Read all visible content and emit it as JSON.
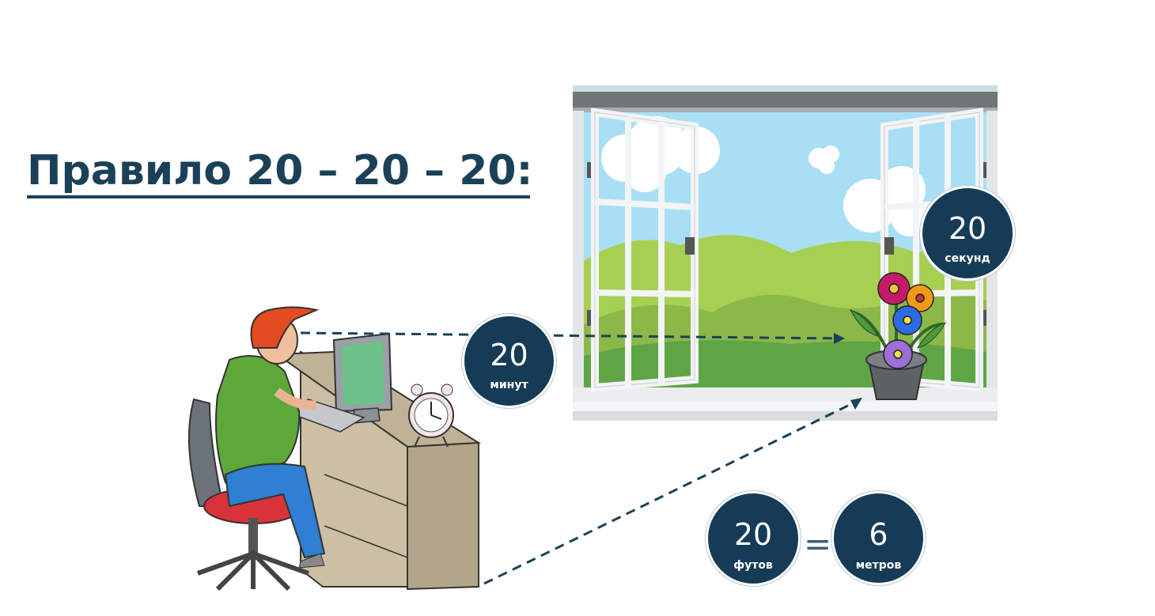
{
  "slide": {
    "title": "Правило 20 – 20 – 20:"
  },
  "badges": {
    "minutes": {
      "value": "20",
      "unit": "минут"
    },
    "seconds": {
      "value": "20",
      "unit": "секунд"
    },
    "feet": {
      "value": "20",
      "unit": "футов"
    },
    "meters": {
      "value": "6",
      "unit": "метров"
    }
  },
  "equals_sign": "=",
  "colors": {
    "title": "#1b4159",
    "badge": "#163b56",
    "dashed_line": "#1b4159"
  }
}
